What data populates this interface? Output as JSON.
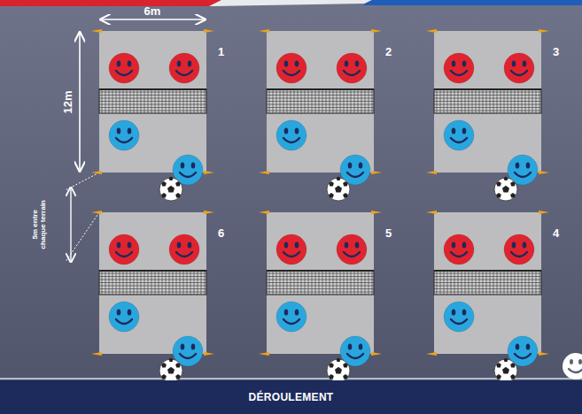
{
  "diagram": {
    "nodes": [
      {
        "text": [
          "1"
        ]
      },
      {
        "text": [
          "2"
        ]
      },
      {
        "text": [
          "3"
        ]
      },
      {
        "text": [
          "6"
        ]
      },
      {
        "text": [
          "5"
        ]
      },
      {
        "text": [
          "4"
        ]
      },
      {
        "text": [
          "DÉROULEMENT"
        ]
      }
    ],
    "labels": [
      "6m",
      "12m",
      "5m entre chaque terrain"
    ]
  }
}
